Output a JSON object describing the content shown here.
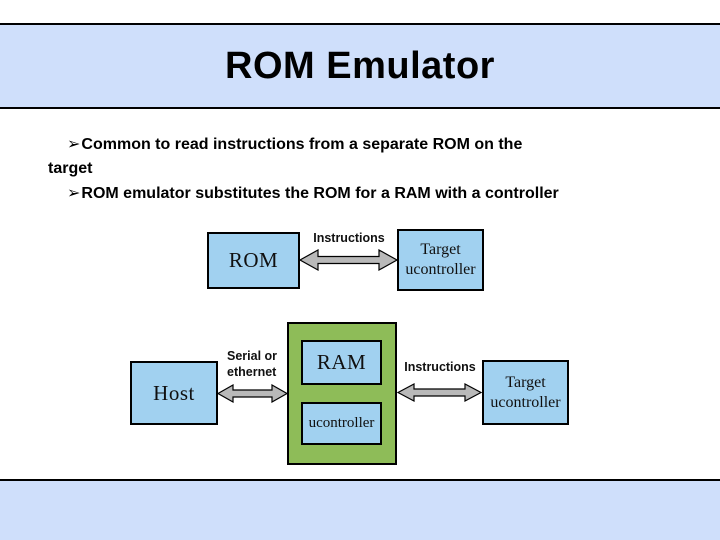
{
  "title": "ROM Emulator",
  "bullets": [
    {
      "marker": "➢",
      "lines": [
        "Common to read instructions from a separate ROM on the",
        "target"
      ]
    },
    {
      "marker": "➢",
      "lines": [
        "ROM emulator substitutes the ROM for a RAM with a controller"
      ]
    }
  ],
  "diagram_top": {
    "rom": "ROM",
    "link_label": "Instructions",
    "target_line1": "Target",
    "target_line2": "ucontroller"
  },
  "diagram_bottom": {
    "host": "Host",
    "link_label_line1": "Serial or",
    "link_label_line2": "ethernet",
    "ram": "RAM",
    "ucontroller": "ucontroller",
    "link_label": "Instructions",
    "target_line1": "Target",
    "target_line2": "ucontroller"
  },
  "colors": {
    "band_blue": "#cfdffb",
    "box_blue": "#a1d1f0",
    "green": "#8ebc58",
    "arrow_gray": "#b9b9b9"
  }
}
